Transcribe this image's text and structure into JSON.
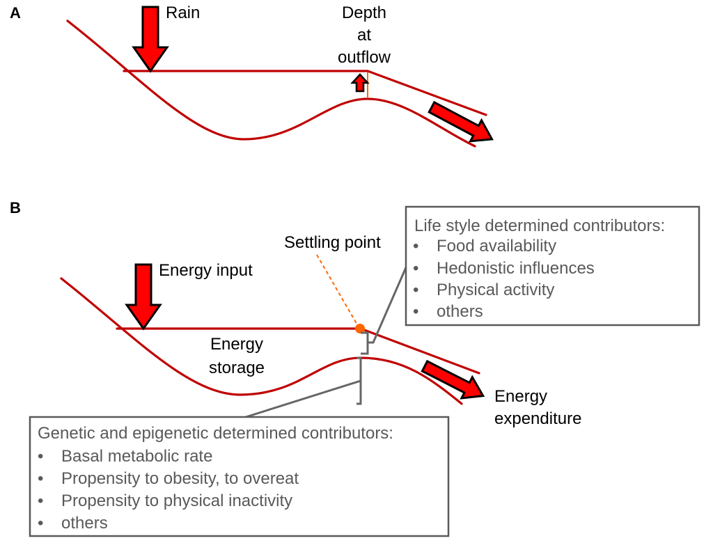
{
  "panel_a": {
    "letter": "A",
    "rain_label": "Rain",
    "depth_label": [
      "Depth",
      "at",
      "outflow"
    ]
  },
  "panel_b": {
    "letter": "B",
    "energy_input_label": "Energy input",
    "settling_point_label": "Settling point",
    "energy_storage_label": [
      "Energy",
      "storage"
    ],
    "energy_expenditure_label": [
      "Energy",
      "expenditure"
    ],
    "lifestyle_box": {
      "title": "Life style determined contributors:",
      "items": [
        "Food availability",
        "Hedonistic influences",
        "Physical activity",
        "others"
      ]
    },
    "genetic_box": {
      "title": "Genetic and epigenetic determined contributors:",
      "items": [
        "Basal metabolic rate",
        "Propensity to obesity, to overeat",
        "Propensity to physical inactivity",
        "others"
      ]
    }
  },
  "colors": {
    "valley_line": "#c00000",
    "arrow_fill": "#ff0000",
    "settling_point": "#ff6600",
    "box_border": "#595959",
    "box_text": "#595959"
  },
  "icons": {
    "bullet": "•"
  }
}
